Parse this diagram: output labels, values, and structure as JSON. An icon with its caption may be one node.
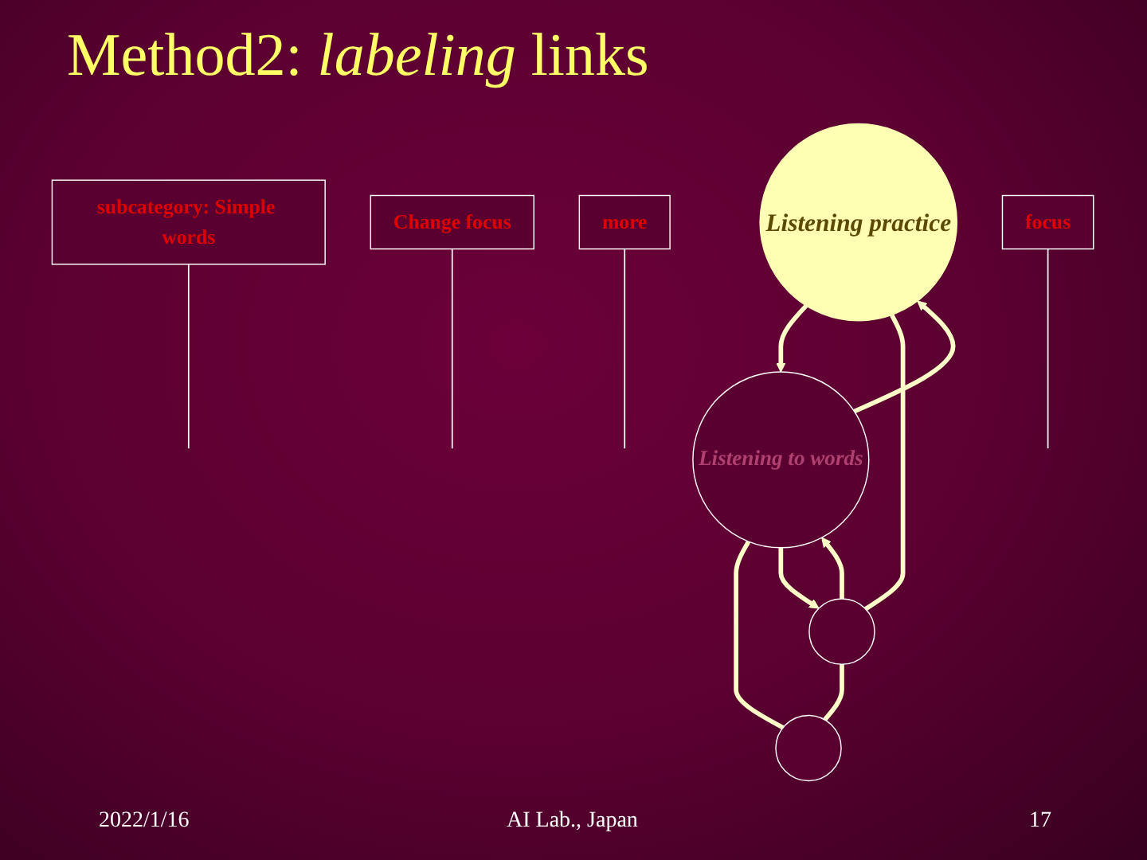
{
  "diagram": {
    "title": "Method2: *labeling* links",
    "nodes": [
      {
        "text": [
          "subcategory: Simple words"
        ]
      },
      {
        "text": [
          "Listening to words"
        ]
      },
      {
        "text": [
          "Listening practice"
        ]
      },
      {
        "text": [
          "Change focus"
        ]
      },
      {
        "text": [],
        "shape": "ellipse"
      },
      {
        "text": [],
        "shape": "ellipse"
      },
      {
        "text": [
          "more"
        ]
      },
      {
        "text": [
          "focus"
        ]
      }
    ],
    "edges": [
      {
        "from": 2,
        "to": 1,
        "arrow": "to"
      },
      {
        "from": 1,
        "to": 2,
        "arrow": "to"
      },
      {
        "from": 1,
        "to": 4,
        "arrow": "none"
      },
      {
        "from": 2,
        "to": 5,
        "arrow": "none"
      },
      {
        "from": 5,
        "to": 4,
        "arrow": "none"
      },
      {
        "from": 1,
        "to": 5,
        "arrow": "to"
      },
      {
        "from": 5,
        "to": 1,
        "arrow": "to"
      },
      {
        "from": 0,
        "to": null,
        "arrow": "none",
        "color": "#ffffff"
      },
      {
        "from": 3,
        "to": null,
        "arrow": "none",
        "color": "#ffffff"
      },
      {
        "from": 6,
        "to": null,
        "arrow": "none",
        "color": "#ffffff"
      },
      {
        "from": 7,
        "to": null,
        "arrow": "none",
        "color": "#ffffff"
      }
    ],
    "labels": [
      "2022/1/16",
      "AI Lab., Japan",
      "17"
    ]
  }
}
